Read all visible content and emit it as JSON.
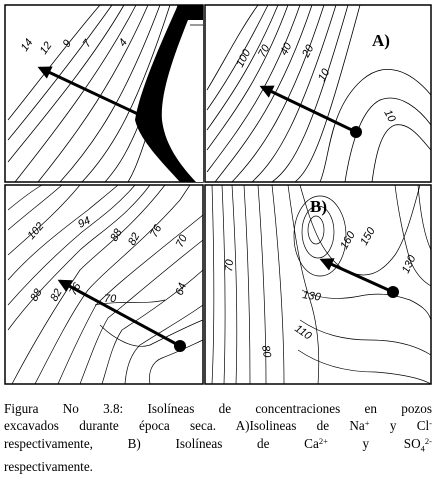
{
  "panels": {
    "top_left": {
      "labels": [
        "14",
        "12",
        "9",
        "7",
        "4"
      ]
    },
    "top_right": {
      "letter": "A)",
      "labels": [
        "100",
        "70",
        "40",
        "20",
        "10",
        "10"
      ]
    },
    "bottom_left": {
      "labels": [
        "102",
        "94",
        "88",
        "82",
        "76",
        "70",
        "88",
        "82",
        "76",
        "70",
        "64"
      ]
    },
    "bottom_right": {
      "letter": "B)",
      "labels": [
        "160",
        "150",
        "130",
        "130",
        "110",
        "70",
        "80"
      ]
    }
  },
  "caption": {
    "line1": "Figura No 3.8: Isolíneas de concentraciones en pozos",
    "line2_a": "excavados durante época seca. A)Isolineas de Na",
    "na_charge": "+",
    "line2_b": " y Cl",
    "cl_charge": "-",
    "line3_a": "respectivamente,  B)  Isolíneas  de  Ca",
    "ca_charge": "2+",
    "line3_b": "  y  SO",
    "so4_sub": "4",
    "so4_charge": "2-",
    "line4": "respectivamente."
  }
}
